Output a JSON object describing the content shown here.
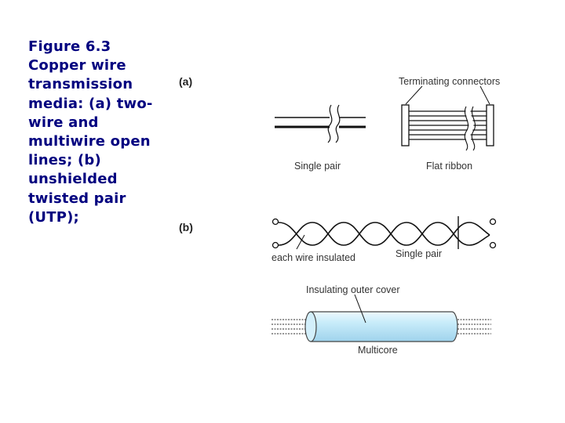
{
  "caption": {
    "line1": "Figure 6.3",
    "line2": "Copper wire",
    "line3": "transmission",
    "line4": "media: (a) two-",
    "line5": "wire and",
    "line6": "multiwire open",
    "line7": "lines; (b)",
    "line8": "unshielded",
    "line9": "twisted pair",
    "line10": "(UTP);"
  },
  "figure": {
    "part_a": "(a)",
    "part_b": "(b)",
    "terminating_connectors": "Terminating connectors",
    "single_pair": "Single pair",
    "flat_ribbon": "Flat ribbon",
    "each_wire_insulated": "each wire insulated",
    "single_pair_b": "Single pair",
    "insulating_outer_cover": "Insulating outer cover",
    "multicore": "Multicore"
  },
  "colors": {
    "caption": "#00007f",
    "cable_fill": "#d6f0fb",
    "cable_stroke": "#5a8aa8"
  }
}
